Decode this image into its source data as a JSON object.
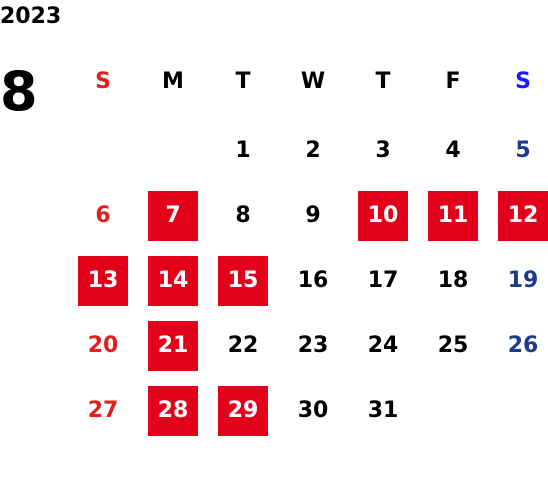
{
  "calendar": {
    "year": "2023",
    "month": "8",
    "weekdays": [
      "S",
      "M",
      "T",
      "W",
      "T",
      "F",
      "S"
    ],
    "weeks": [
      [
        "",
        "",
        "1",
        "2",
        "3",
        "4",
        "5"
      ],
      [
        "6",
        "7",
        "8",
        "9",
        "10",
        "11",
        "12"
      ],
      [
        "13",
        "14",
        "15",
        "16",
        "17",
        "18",
        "19"
      ],
      [
        "20",
        "21",
        "22",
        "23",
        "24",
        "25",
        "26"
      ],
      [
        "27",
        "28",
        "29",
        "30",
        "31",
        "",
        ""
      ]
    ],
    "highlighted_days": [
      "7",
      "10",
      "11",
      "12",
      "13",
      "14",
      "15",
      "21",
      "28",
      "29"
    ]
  },
  "colors": {
    "text": "#000000",
    "sunday": "#e0201c",
    "saturday_header": "#1a1aff",
    "saturday": "#1e3a8a",
    "highlight_bg": "#e3001b",
    "highlight_text": "#ffffff"
  }
}
